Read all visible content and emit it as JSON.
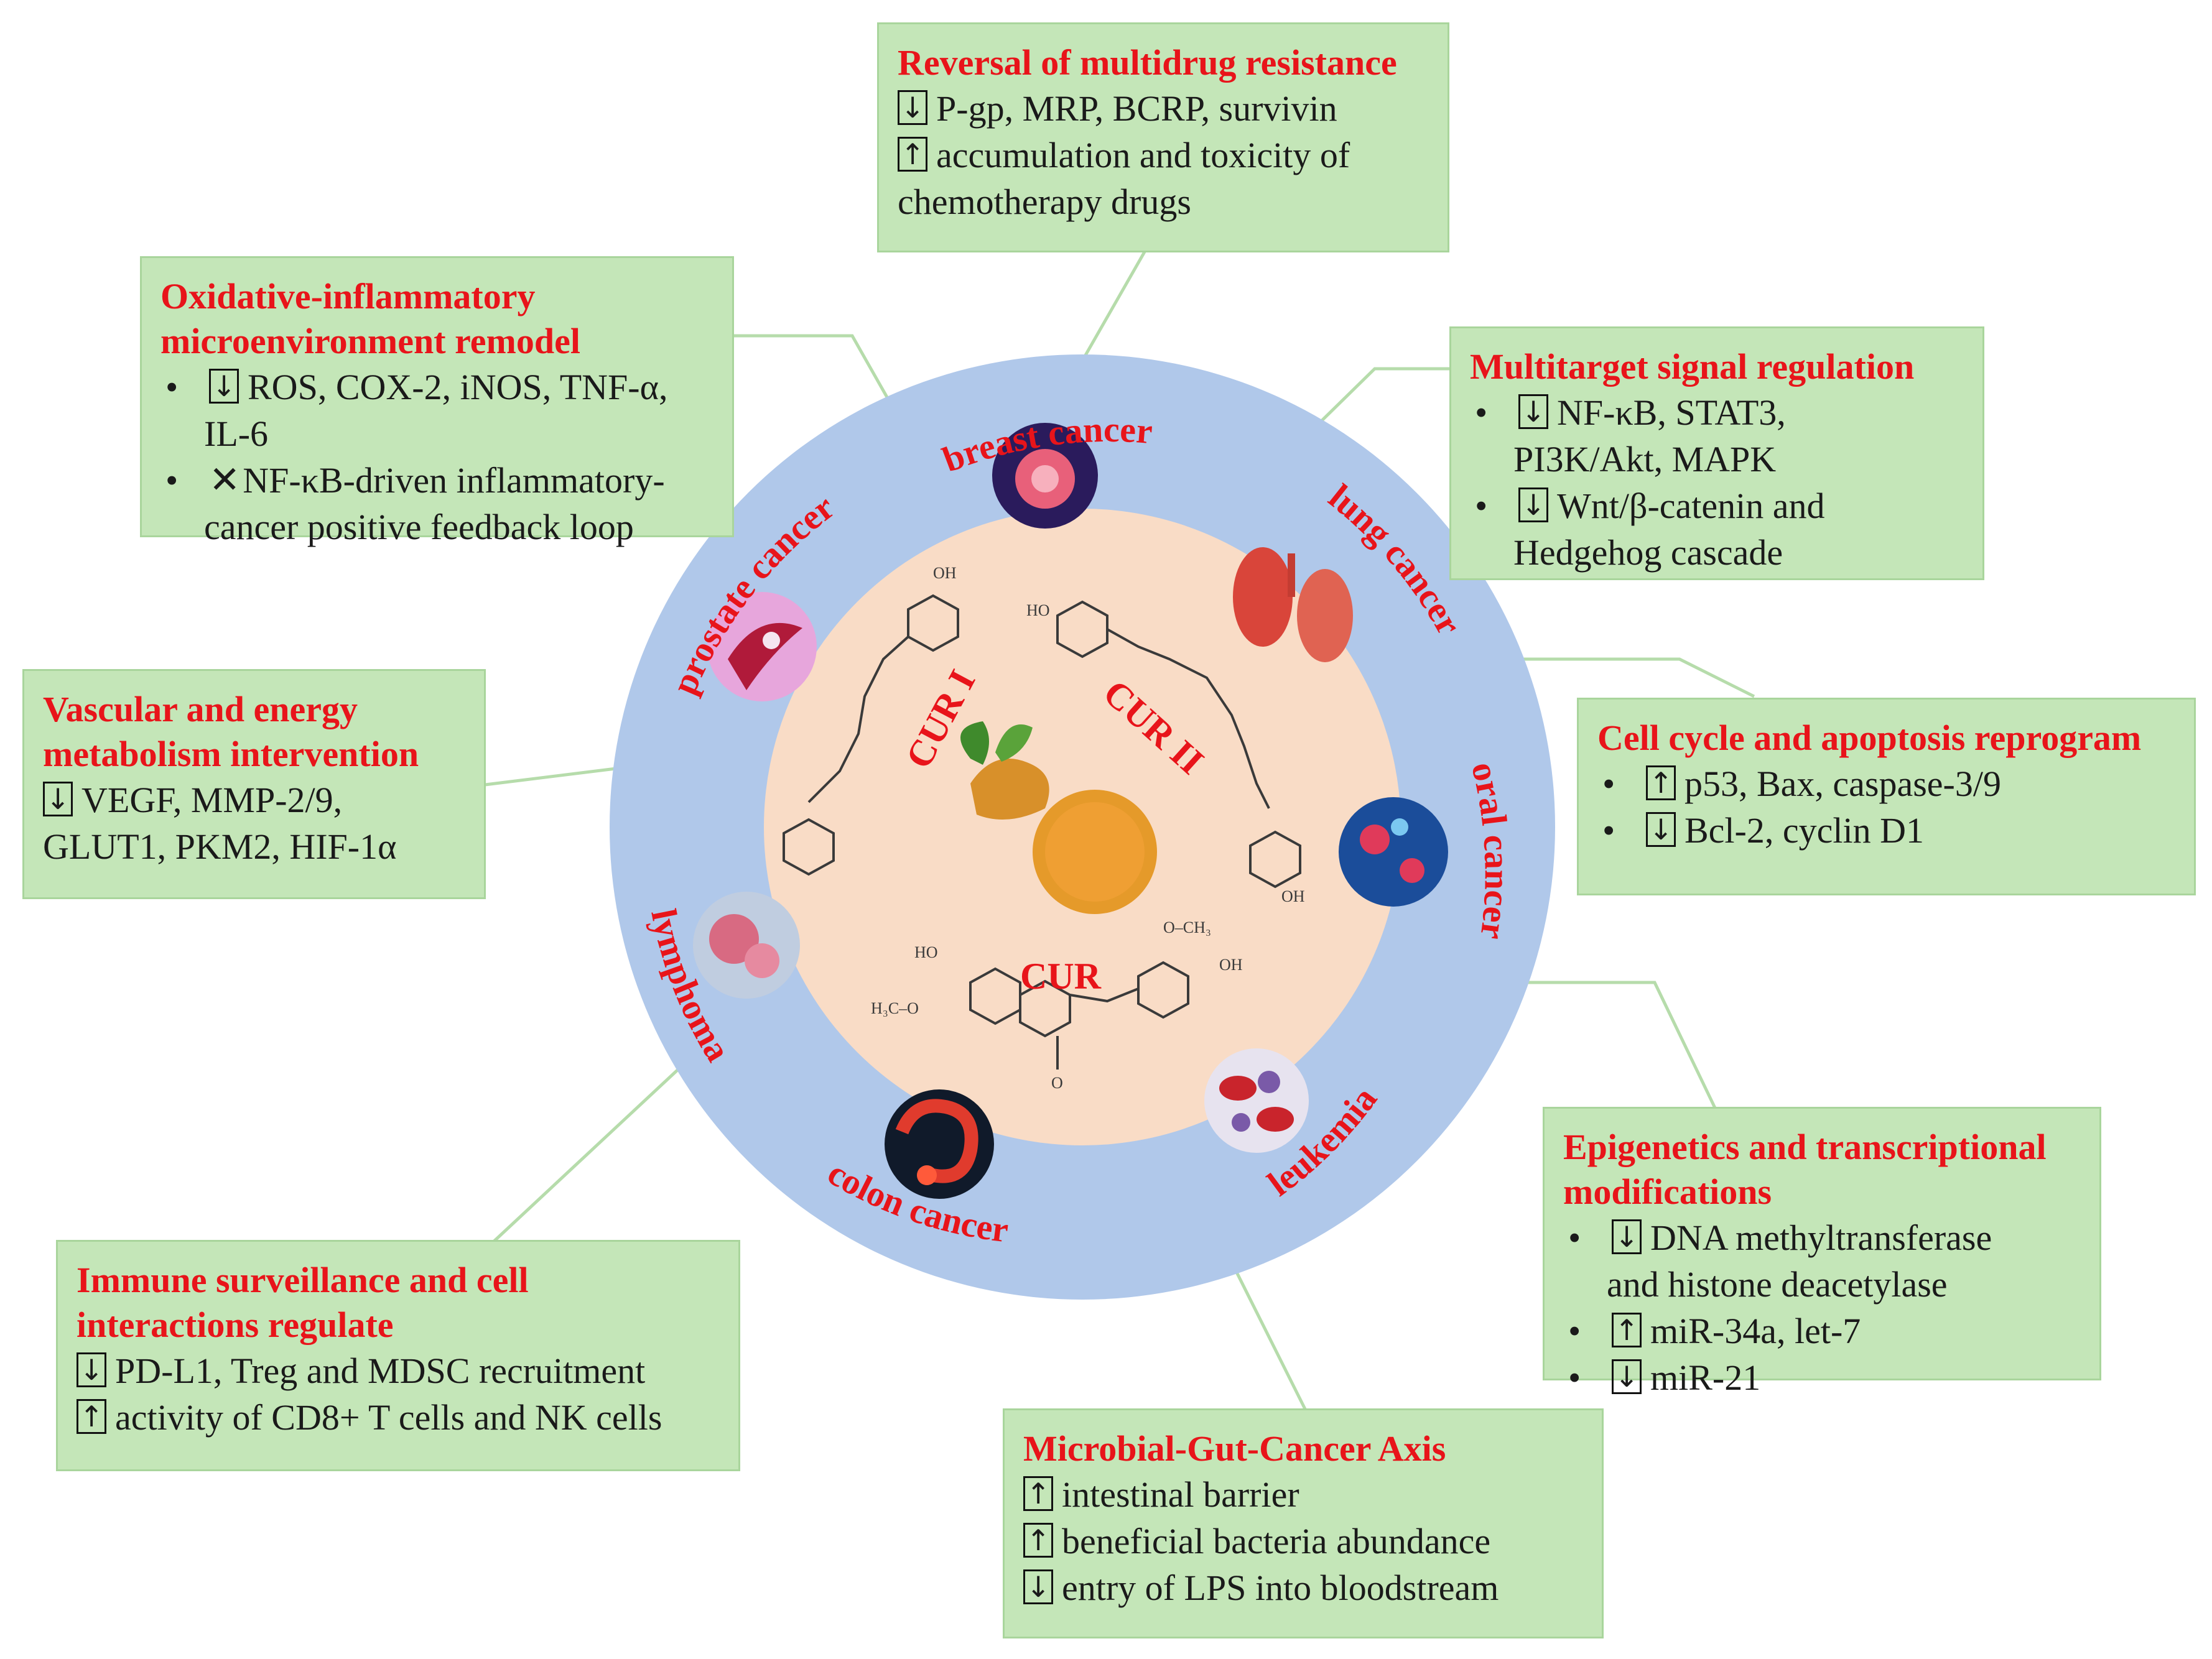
{
  "center": {
    "cur1": "CUR I",
    "cur2": "CUR II",
    "cur": "CUR"
  },
  "ring_labels": {
    "breast": "breast cancer",
    "lung": "lung cancer",
    "oral": "oral cancer",
    "leukemia": "leukemia",
    "colon": "colon cancer",
    "lymphoma": "lymphoma",
    "prostate": "prostate cancer"
  },
  "boxes": {
    "multidrug": {
      "title": "Reversal of multidrug resistance",
      "lines": [
        {
          "arrow": "↓",
          "text": "P-gp, MRP, BCRP, survivin"
        },
        {
          "arrow": "↑",
          "text": "accumulation and toxicity of"
        },
        {
          "text": "chemotherapy drugs"
        }
      ]
    },
    "oxidative": {
      "title1": "Oxidative-inflammatory",
      "title2": "microenvironment remodel",
      "b1a": "ROS, COX-2, iNOS, TNF-α,",
      "b1b": "IL-6",
      "b2a": "NF-κB-driven inflammatory-",
      "b2b": "cancer positive feedback loop"
    },
    "multitarget": {
      "title": "Multitarget signal regulation",
      "b1a": "NF-κB, STAT3,",
      "b1b": "PI3K/Akt, MAPK",
      "b2a": "Wnt/β-catenin and",
      "b2b": "Hedgehog cascade"
    },
    "vascular": {
      "title1": "Vascular and energy",
      "title2": "metabolism intervention",
      "l1": "VEGF, MMP-2/9,",
      "l2": "GLUT1, PKM2, HIF-1α"
    },
    "cellcycle": {
      "title": "Cell cycle and apoptosis reprogram",
      "b1": "p53, Bax, caspase-3/9",
      "b2": "Bcl-2, cyclin D1"
    },
    "epigenetics": {
      "title1": "Epigenetics and transcriptional",
      "title2": "modifications",
      "b1a": "DNA methyltransferase",
      "b1b": "and histone deacetylase",
      "b2": "miR-34a, let-7",
      "b3": "miR-21"
    },
    "immune": {
      "title1": "Immune surveillance and cell",
      "title2": "interactions regulate",
      "l1": "PD-L1, Treg and MDSC recruitment",
      "l2": "activity of CD8+ T cells and NK cells"
    },
    "microbial": {
      "title": "Microbial-Gut-Cancer Axis",
      "l1": "intestinal barrier",
      "l2": "beneficial bacteria abundance",
      "l3": "entry of LPS into bloodstream"
    }
  },
  "symbols": {
    "down": "↓",
    "up": "↑",
    "bullet": "•",
    "cross": "✕"
  },
  "colors": {
    "ring": "#b0c8ea",
    "core": "#f9dcc6",
    "box": "#c4e6b8",
    "title": "#e8141a"
  }
}
